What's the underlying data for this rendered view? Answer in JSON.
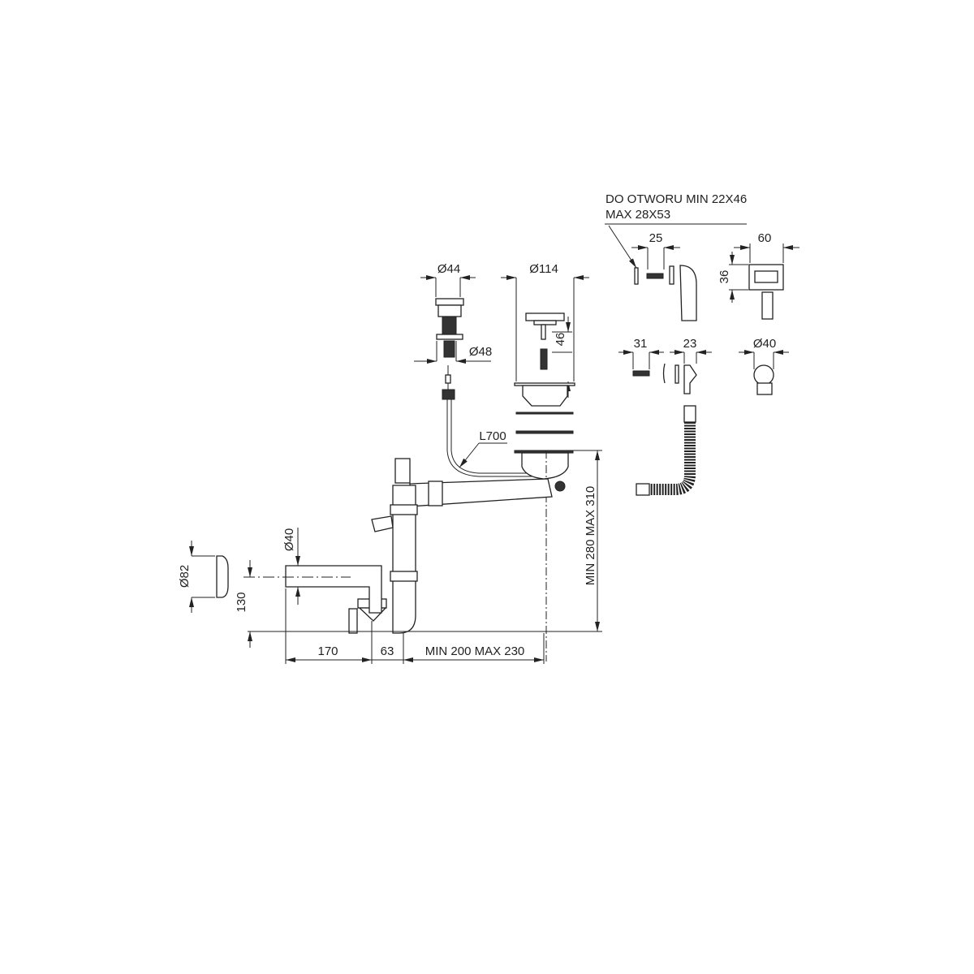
{
  "drawing": {
    "labels": {
      "plug_diameter": "Ø44",
      "strainer_diameter": "Ø114",
      "plug_thread_diameter": "Ø48",
      "strainer_insert_height": "46",
      "cable_length": "L700",
      "overflow_hole_line1": "DO OTWORU MIN 22X46",
      "overflow_hole_line2": "MAX 28X53",
      "screw_length_top": "25",
      "overflow_width": "60",
      "overflow_height": "36",
      "screw_length_bottom": "31",
      "overflow_depth": "23",
      "round_overflow_diameter": "Ø40",
      "siphon_height": "MIN 280 MAX 310",
      "outlet_diameter": "Ø40",
      "rosette_diameter": "Ø82",
      "outlet_height": "130",
      "outlet_length": "170",
      "trap_offset": "63",
      "drain_distance": "MIN 200 MAX 230"
    }
  }
}
